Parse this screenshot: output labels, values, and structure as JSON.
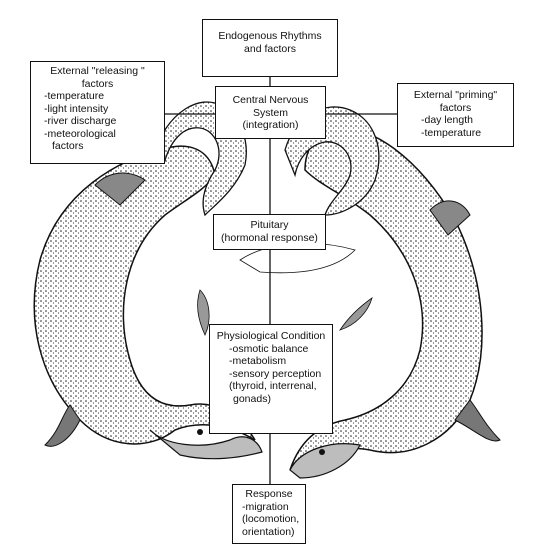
{
  "colors": {
    "ink": "#111111",
    "fish_fill": "#bdbdbd",
    "paper": "#ffffff"
  },
  "boxes": {
    "endogenous": {
      "title_1": "Endogenous Rhythms",
      "title_2": "and factors"
    },
    "releasing": {
      "title_1": "External \"releasing \"",
      "title_2": "factors",
      "items": [
        "-temperature",
        "-light intensity",
        "-river discharge",
        "-meteorological",
        "factors"
      ]
    },
    "cns": {
      "title_1": "Central Nervous",
      "title_2": "System",
      "title_3": "(integration)"
    },
    "priming": {
      "title_1": "External \"priming\"",
      "title_2": "factors",
      "items": [
        "-day length",
        "-temperature"
      ]
    },
    "pituitary": {
      "title_1": "Pituitary",
      "title_2": "(hormonal response)"
    },
    "physiological": {
      "title": "Physiological Condition",
      "items": [
        "-osmotic balance",
        "-metabolism",
        "-sensory perception",
        "(thyroid, interrenal,",
        "gonads)"
      ]
    },
    "response": {
      "title": "Response",
      "items": [
        "-migration",
        "(locomotion,",
        "orientation)"
      ]
    }
  },
  "illustration": {
    "left_fish": "salmon-illustration",
    "right_fish": "salmon-illustration"
  }
}
